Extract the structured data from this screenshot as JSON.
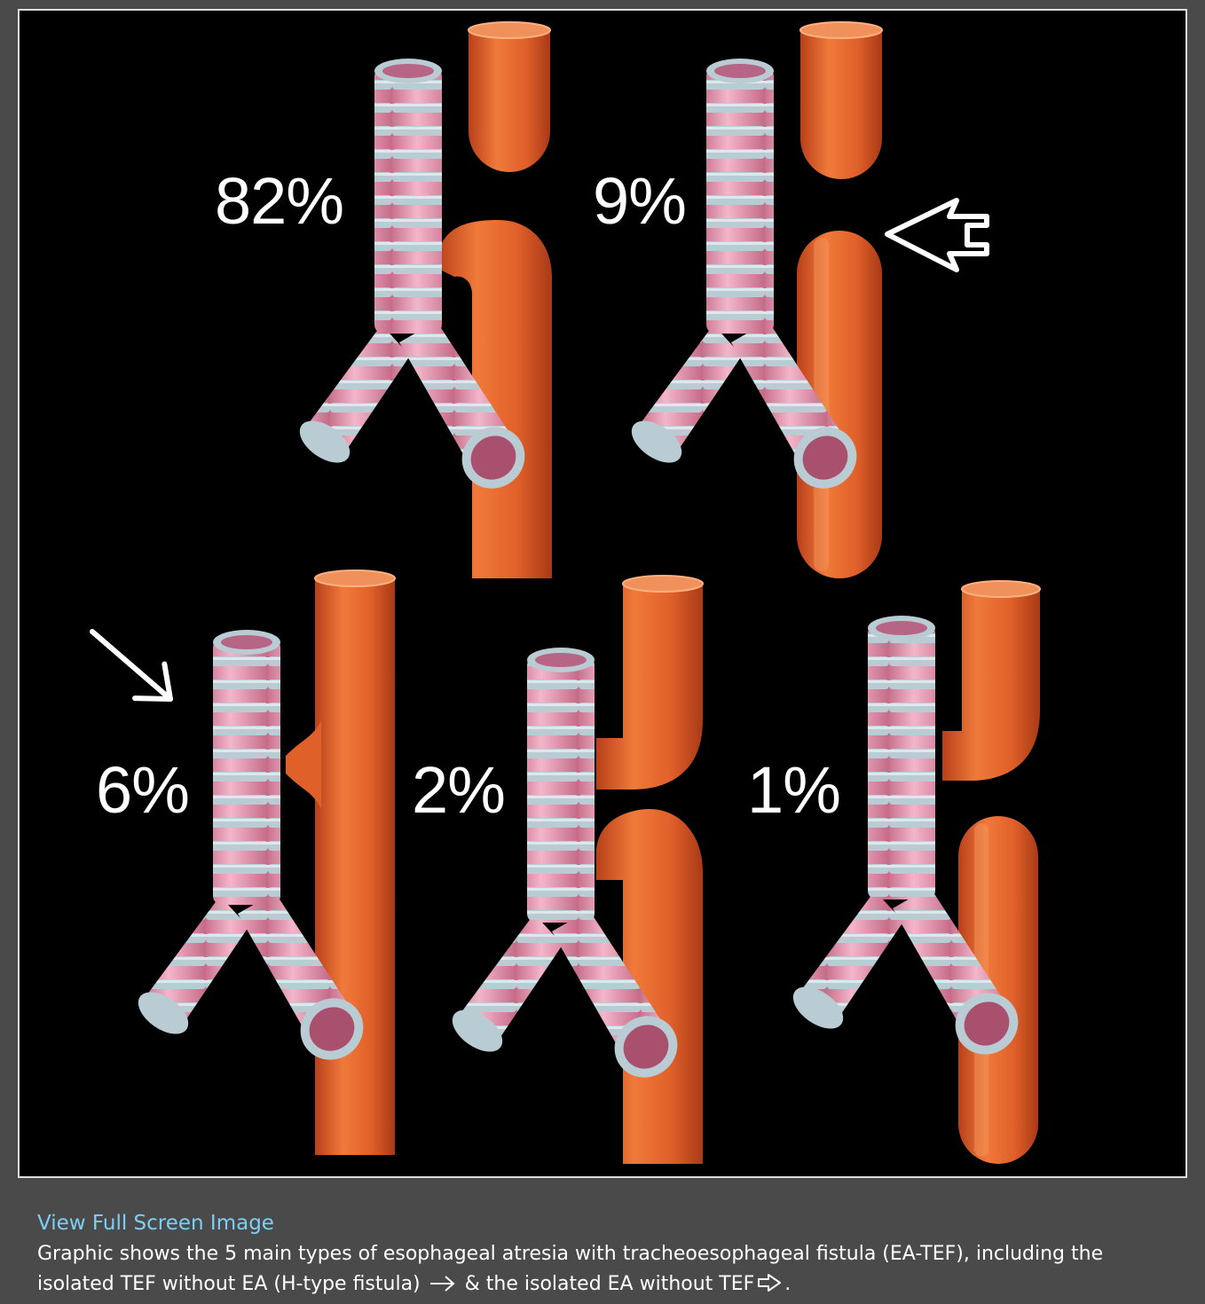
{
  "figure": {
    "labels": {
      "type1": "82%",
      "type2": "9%",
      "type3": "6%",
      "type4": "2%",
      "type5": "1%"
    },
    "arrows": {
      "solid": "arrow-icon",
      "outline": "outline-arrow-icon"
    },
    "colors": {
      "background": "#000000",
      "esophagus": "#e0602a",
      "trachea_ring": "#b9ccd3",
      "trachea_tissue": "#e79ab8",
      "page_background": "#4a4a4a",
      "link": "#7ecff5"
    }
  },
  "caption": {
    "link_text": "View Full Screen Image",
    "text_part1": "Graphic shows the 5 main types of esophageal atresia with tracheoesophageal fistula (EA-TEF), including the isolated TEF without EA (H-type fistula)",
    "text_part2": "& the isolated EA without TEF",
    "text_end": "."
  }
}
